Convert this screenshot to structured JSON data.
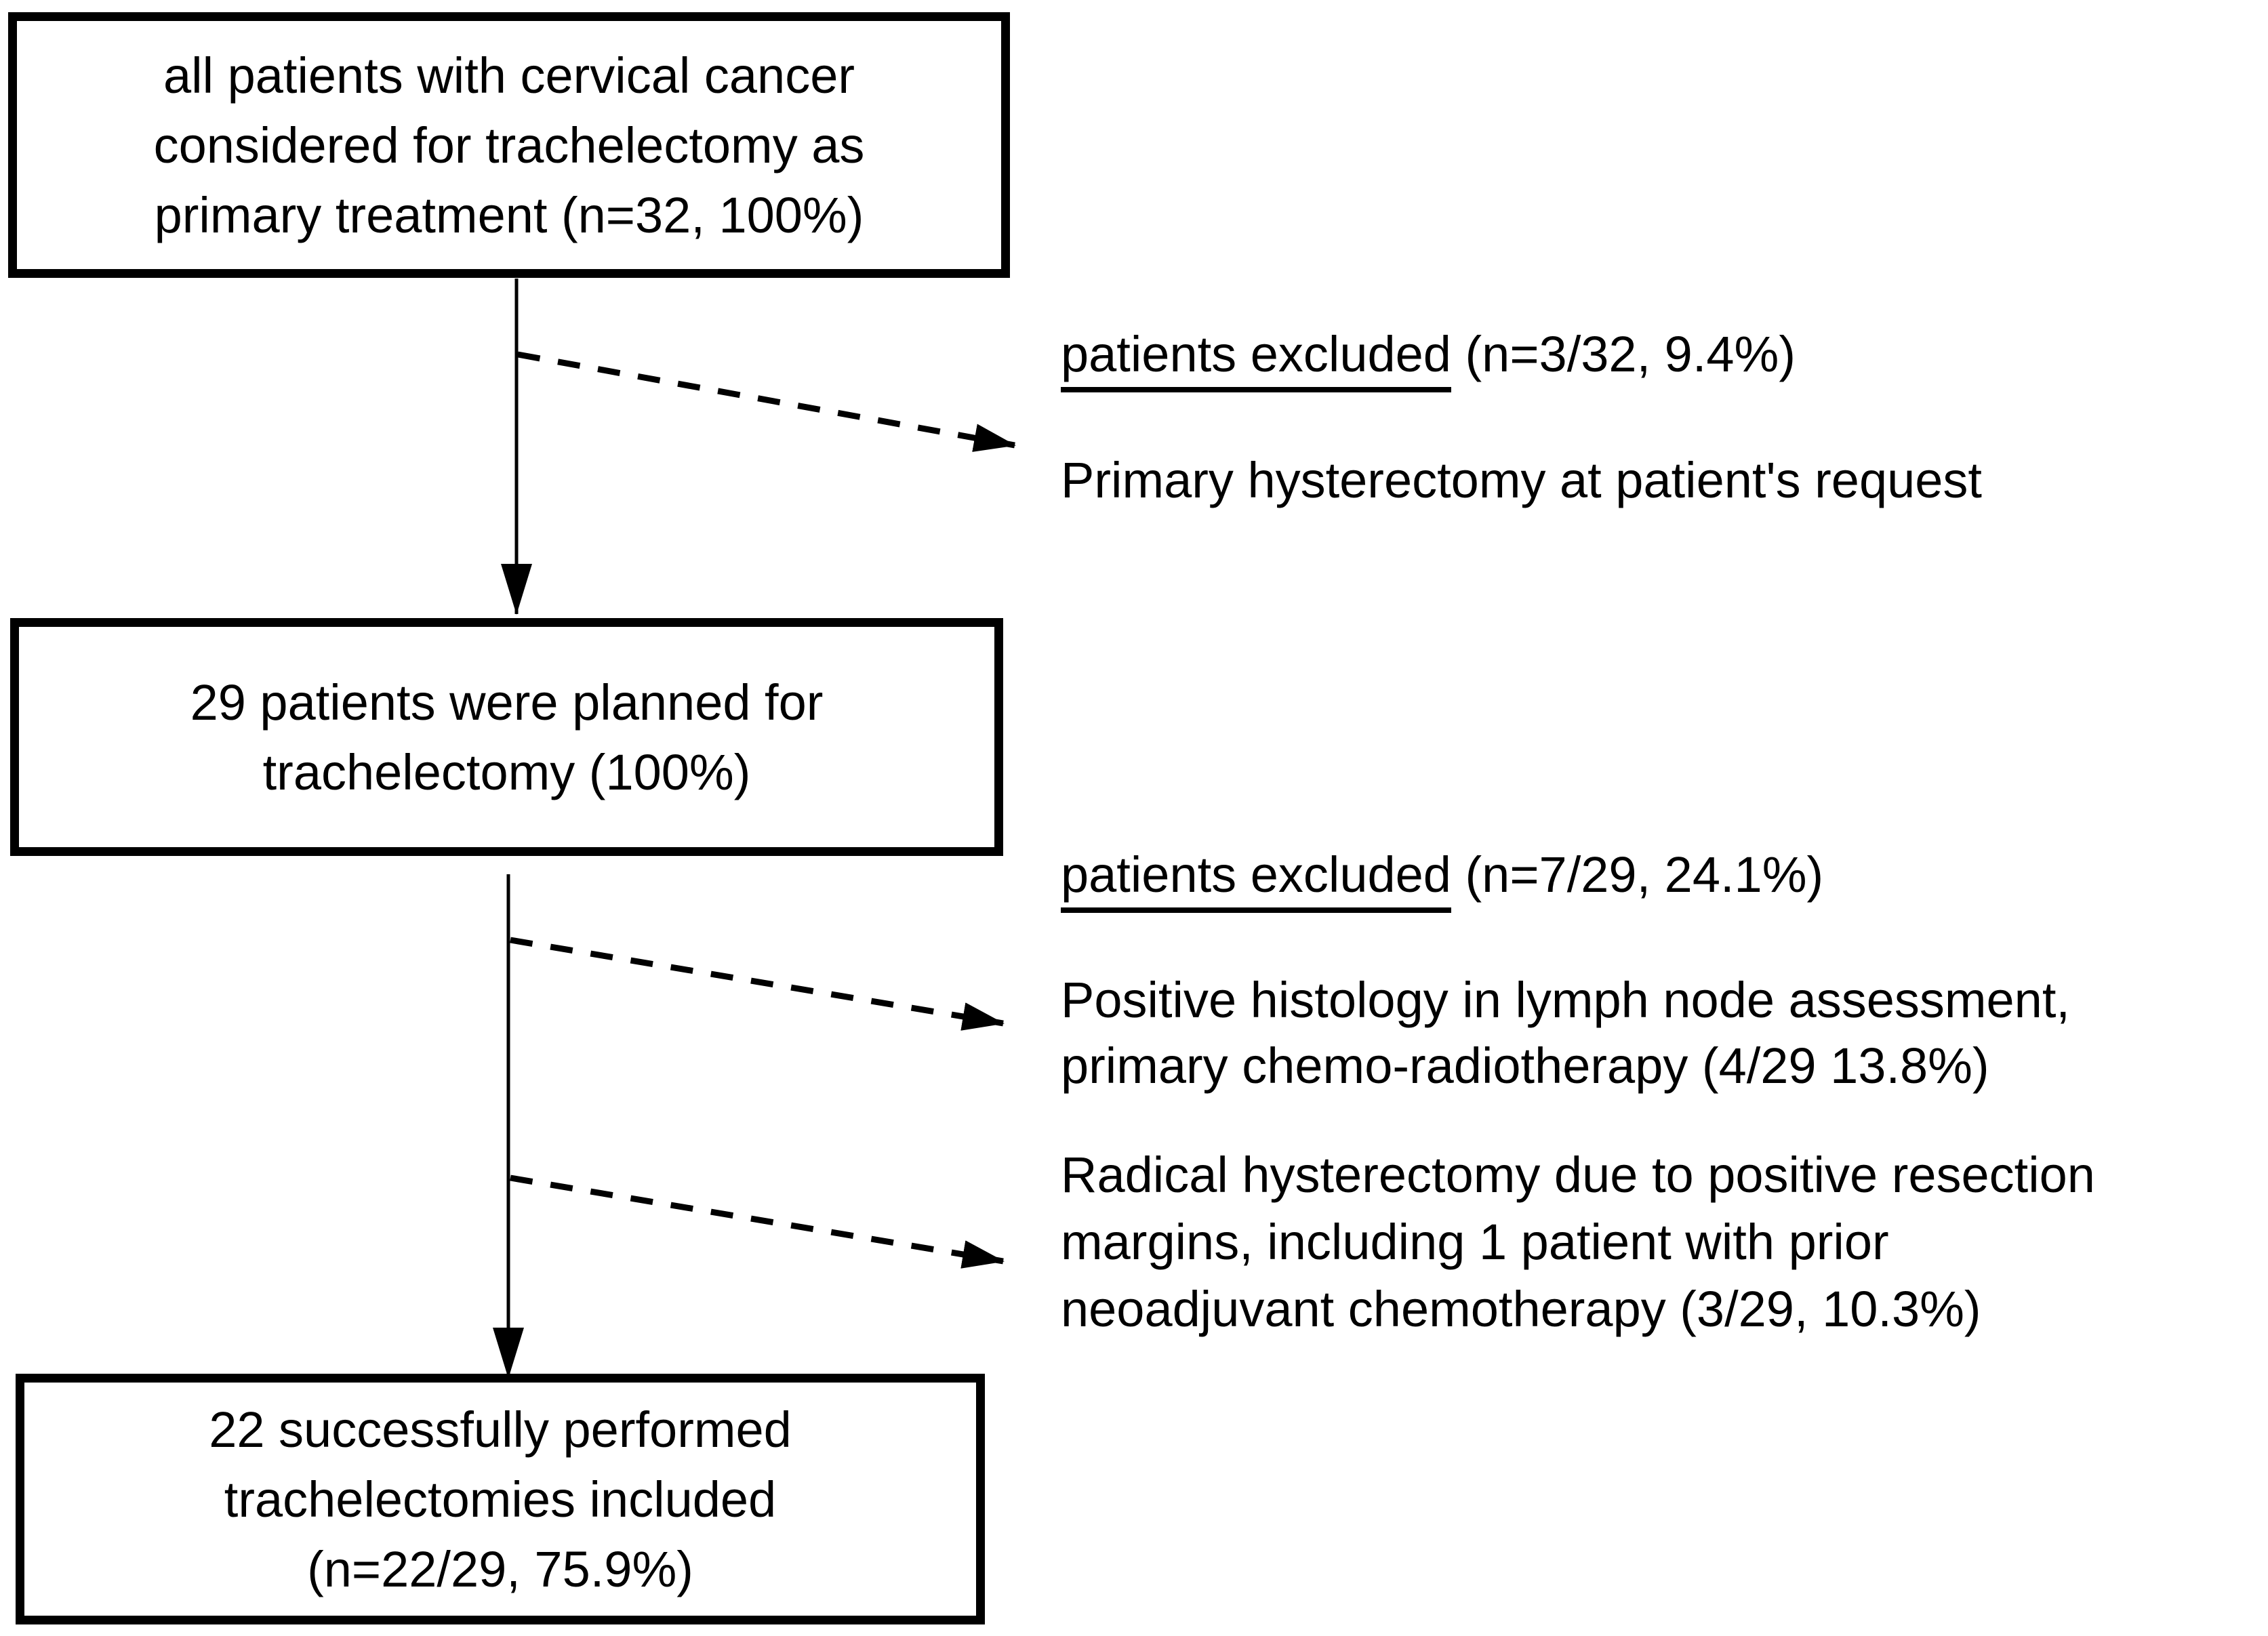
{
  "figure": {
    "background": "#ffffff",
    "line_color": "#000000",
    "text_color": "#000000"
  },
  "boxes": [
    {
      "name": "all-patients-considered",
      "lines": [
        "all patients with cervical cancer",
        "considered for trachelectomy as",
        "primary treatment (n=32, 100%)"
      ]
    },
    {
      "name": "planned-for-trachelectomy",
      "lines": [
        "29 patients were planned for",
        "trachelectomy (100%)"
      ]
    },
    {
      "name": "trachelectomies-included",
      "lines": [
        "22 successfully performed",
        "trachelectomies included",
        "(n=22/29, 75.9%)"
      ]
    }
  ],
  "exclusions": [
    {
      "underlined": "patients excluded",
      "rest": " (n=3/32, 9.4%)",
      "reasons": [
        {
          "lines": [
            "Primary hysterectomy at patient's request"
          ]
        }
      ]
    },
    {
      "underlined": "patients excluded",
      "rest": " (n=7/29, 24.1%)",
      "reasons": [
        {
          "lines": [
            "Positive histology in lymph node assessment,",
            "primary chemo-radiotherapy (4/29 13.8%)"
          ]
        },
        {
          "lines": [
            "Radical hysterectomy due to positive resection",
            "margins, including 1 patient with prior",
            "neoadjuvant chemotherapy (3/29, 10.3%)"
          ]
        }
      ]
    }
  ]
}
